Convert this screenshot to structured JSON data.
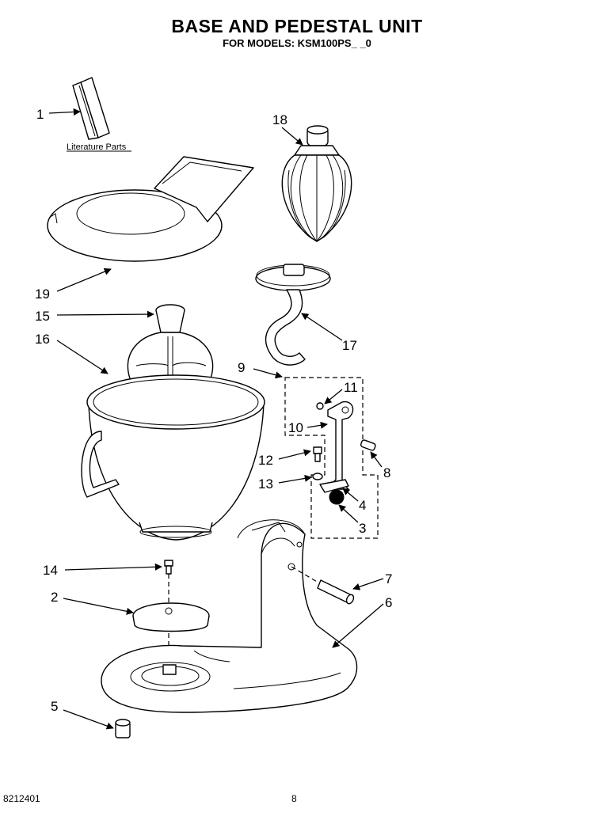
{
  "header": {
    "title": "BASE AND PEDESTAL UNIT",
    "subtitle": "FOR MODELS: KSM100PS_ _0"
  },
  "literature_label": "Literature Parts",
  "callouts": {
    "c1": "1",
    "c2": "2",
    "c3": "3",
    "c4": "4",
    "c5": "5",
    "c6": "6",
    "c7": "7",
    "c8": "8",
    "c9": "9",
    "c10": "10",
    "c11": "11",
    "c12": "12",
    "c13": "13",
    "c14": "14",
    "c15": "15",
    "c16": "16",
    "c17": "17",
    "c18": "18",
    "c19": "19"
  },
  "footer": {
    "doc_number": "8212401",
    "page_number": "8"
  }
}
